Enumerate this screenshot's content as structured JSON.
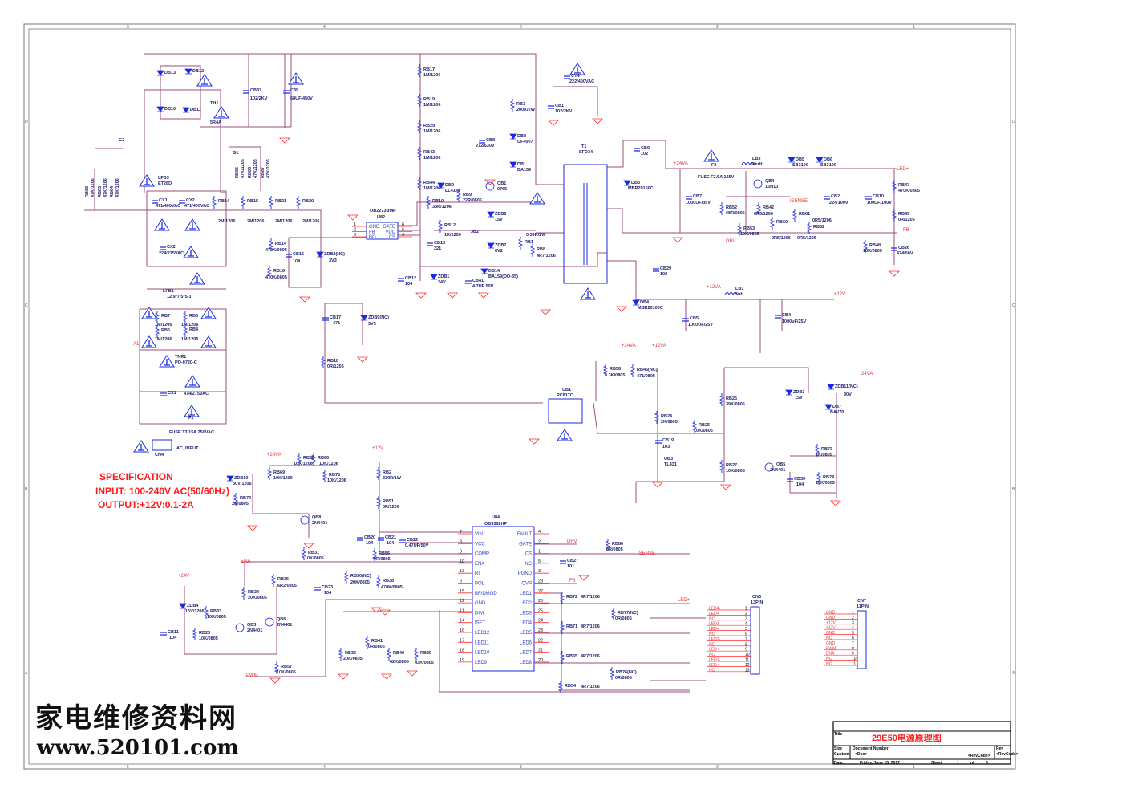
{
  "border": {
    "columns": [
      "5",
      "4",
      "3",
      "2",
      "1"
    ],
    "rows": [
      "D",
      "C",
      "B",
      "A"
    ]
  },
  "components": [
    {
      "ref": "RB17",
      "value": "1M/1206"
    },
    {
      "ref": "RB19",
      "value": "1M/1206"
    },
    {
      "ref": "RB29",
      "value": "1M/1206"
    },
    {
      "ref": "RB43",
      "value": "1M/1206"
    },
    {
      "ref": "RB44",
      "value": "1M/1206"
    },
    {
      "ref": "CB37",
      "value": "102/2KV"
    },
    {
      "ref": "C39",
      "value": "68UF/450V"
    },
    {
      "ref": "TH1",
      "value": "5R4A"
    },
    {
      "ref": "DB13",
      "value": ""
    },
    {
      "ref": "DB12",
      "value": ""
    },
    {
      "ref": "DB10",
      "value": ""
    },
    {
      "ref": "DB11",
      "value": ""
    },
    {
      "ref": "G2",
      "value": ""
    },
    {
      "ref": "G1",
      "value": ""
    },
    {
      "ref": "LFB3",
      "value": "ET28D"
    },
    {
      "ref": "CY1",
      "value": "471/400VAC"
    },
    {
      "ref": "CY2",
      "value": "471/400VAC"
    },
    {
      "ref": "RB14",
      "value": "2M/1206"
    },
    {
      "ref": "RB15",
      "value": "2M/1206"
    },
    {
      "ref": "RB21",
      "value": "2M/1206"
    },
    {
      "ref": "RB20",
      "value": "2M/1206"
    },
    {
      "ref": "CX2",
      "value": "224/275VAC"
    },
    {
      "ref": "LFB1",
      "value": "12.9*7.5*5.3"
    },
    {
      "ref": "RB7",
      "value": "1M/1206"
    },
    {
      "ref": "RB6",
      "value": "1M/1206"
    },
    {
      "ref": "RB5",
      "value": "1M/1206"
    },
    {
      "ref": "RB4",
      "value": "1M/1206"
    },
    {
      "ref": "TNR1",
      "value": "PQ-0720-C"
    },
    {
      "ref": "CX1",
      "value": "474/275VAC"
    },
    {
      "ref": "F1",
      "value": "FUSE T3.15A 250VAC"
    },
    {
      "ref": "CN4",
      "value": "AC_INPUT"
    },
    {
      "ref": "RB14",
      "value": "470K/0805"
    },
    {
      "ref": "CB15",
      "value": "104"
    },
    {
      "ref": "RB16",
      "value": "470K/0805"
    },
    {
      "ref": "ZDB2(NC)",
      "value": "3V3"
    },
    {
      "ref": "U82",
      "value": "OB2273BMP"
    },
    {
      "ref": "CB13",
      "value": "221"
    },
    {
      "ref": "CB12",
      "value": "104"
    },
    {
      "ref": "ZDB1",
      "value": "24V"
    },
    {
      "ref": "CB41",
      "value": "4.7UF 50V"
    },
    {
      "ref": "DB14",
      "value": "BA159(DO-35)"
    },
    {
      "ref": "DB9",
      "value": "LL4148"
    },
    {
      "ref": "RB10",
      "value": "33R/1206"
    },
    {
      "ref": "RB9",
      "value": "22R/0805"
    },
    {
      "ref": "RB12",
      "value": "1K/1206"
    },
    {
      "ref": "JB2",
      "value": ""
    },
    {
      "ref": "ZDB6",
      "value": "15V"
    },
    {
      "ref": "ZDB7",
      "value": "6V2"
    },
    {
      "ref": "QB1",
      "value": "0765"
    },
    {
      "ref": "RB1",
      "value": "0.39R/2W"
    },
    {
      "ref": "RB8",
      "value": "4R7/1206"
    },
    {
      "ref": "CB8",
      "value": "272/630V"
    },
    {
      "ref": "DB8",
      "value": "UF4007"
    },
    {
      "ref": "DB1",
      "value": "BA159"
    },
    {
      "ref": "RB3",
      "value": "200K/2W"
    },
    {
      "ref": "CB1",
      "value": "102/2KV"
    },
    {
      "ref": "CY4",
      "value": "222/400VAC"
    },
    {
      "ref": "T1",
      "value": "EFD34"
    },
    {
      "ref": "CB9",
      "value": "102"
    },
    {
      "ref": "DB3",
      "value": "MBR20150C"
    },
    {
      "ref": "CB7",
      "value": "1000UF/35V"
    },
    {
      "ref": "F2",
      "value": "FUSE F2.5A 125V"
    },
    {
      "ref": "LB3",
      "value": "90uH"
    },
    {
      "ref": "DB5",
      "value": "SB3100"
    },
    {
      "ref": "DB6",
      "value": "SB3100"
    },
    {
      "ref": "QB4",
      "value": "15N10"
    },
    {
      "ref": "RB52",
      "value": "68R/0805"
    },
    {
      "ref": "RB53",
      "value": "10K/0805"
    },
    {
      "ref": "RB42",
      "value": "0R5/1206"
    },
    {
      "ref": "RB60",
      "value": "0R5/1206"
    },
    {
      "ref": "RB61",
      "value": "0R5/1206"
    },
    {
      "ref": "RB62",
      "value": "0R5/1206"
    },
    {
      "ref": "CB2",
      "value": "224/100V"
    },
    {
      "ref": "CB10",
      "value": "100UF/100V"
    },
    {
      "ref": "RB47",
      "value": "470K/0805"
    },
    {
      "ref": "RB49",
      "value": "0R/1206"
    },
    {
      "ref": "RB48",
      "value": "10K/0805"
    },
    {
      "ref": "CB26",
      "value": "474/50V"
    },
    {
      "ref": "CB29",
      "value": "102"
    },
    {
      "ref": "DB4",
      "value": "MBR20100C"
    },
    {
      "ref": "LB1",
      "value": "5uH"
    },
    {
      "ref": "CB5",
      "value": "1000UF/25V"
    },
    {
      "ref": "CB4",
      "value": "1000uF/25V"
    },
    {
      "ref": "CB17",
      "value": "471"
    },
    {
      "ref": "ZDB9(NC)",
      "value": "3V3"
    },
    {
      "ref": "RB18",
      "value": "0R/1206"
    },
    {
      "ref": "UB1",
      "value": "PC817C"
    },
    {
      "ref": "RB58",
      "value": "3.3K/0805"
    },
    {
      "ref": "RB45(NC)",
      "value": "471/0805"
    },
    {
      "ref": "RB24",
      "value": "2K/0805"
    },
    {
      "ref": "RB25",
      "value": "10K/0805"
    },
    {
      "ref": "CB19",
      "value": "103"
    },
    {
      "ref": "UB3",
      "value": "TL431"
    },
    {
      "ref": "RB26",
      "value": "39K/0805"
    },
    {
      "ref": "RB27",
      "value": "10K/0805"
    },
    {
      "ref": "ZDB3",
      "value": "15V"
    },
    {
      "ref": "ZDB11(NC)",
      "value": "30V"
    },
    {
      "ref": "DB7",
      "value": "BAV70"
    },
    {
      "ref": "RB73",
      "value": "1K/0805"
    },
    {
      "ref": "QB5",
      "value": "2N4401"
    },
    {
      "ref": "CB30",
      "value": "104"
    },
    {
      "ref": "RB74",
      "value": "10K/0805"
    },
    {
      "ref": "ZDB10",
      "value": "30V/1206"
    },
    {
      "ref": "RB69",
      "value": "10K/1206"
    },
    {
      "ref": "RB68",
      "value": "10K/1206"
    },
    {
      "ref": "RB66",
      "value": "10K/1206"
    },
    {
      "ref": "RB75",
      "value": "10K/1206"
    },
    {
      "ref": "RB79",
      "value": "2K/0805"
    },
    {
      "ref": "QB8",
      "value": "2N4401"
    },
    {
      "ref": "RB2",
      "value": "330R/1W"
    },
    {
      "ref": "RB51",
      "value": "0R/1206"
    },
    {
      "ref": "CB20",
      "value": "104"
    },
    {
      "ref": "CB21",
      "value": "104"
    },
    {
      "ref": "CB22",
      "value": "0.47UF/50V"
    },
    {
      "ref": "RB56",
      "value": "0R/0805"
    },
    {
      "ref": "RB31",
      "value": "10K/0805"
    },
    {
      "ref": "RB35",
      "value": "6R2/0805"
    },
    {
      "ref": "RB30(NC)",
      "value": "20K/0805"
    },
    {
      "ref": "RB38",
      "value": "470K/0805"
    },
    {
      "ref": "CB23",
      "value": "104"
    },
    {
      "ref": "RB34",
      "value": "20K/0805"
    },
    {
      "ref": "ZDB4",
      "value": "15V/1206"
    },
    {
      "ref": "RB33",
      "value": "10K/0805"
    },
    {
      "ref": "QB3",
      "value": "2N4401"
    },
    {
      "ref": "QB6",
      "value": "2N4401"
    },
    {
      "ref": "CB11",
      "value": "104"
    },
    {
      "ref": "RB23",
      "value": "10K/0805"
    },
    {
      "ref": "RB36",
      "value": "20K/0805"
    },
    {
      "ref": "RB41",
      "value": "0R/0805"
    },
    {
      "ref": "RB40",
      "value": "62K/0805"
    },
    {
      "ref": "RB39",
      "value": "43K/0805"
    },
    {
      "ref": "RB57",
      "value": "10K/0805"
    },
    {
      "ref": "U84",
      "value": "OB3362HP"
    },
    {
      "ref": "CB27",
      "value": "101"
    },
    {
      "ref": "RB80",
      "value": "0R/0805"
    },
    {
      "ref": "RB72",
      "value": "4R7/1206"
    },
    {
      "ref": "RB71",
      "value": "4R7/1206"
    },
    {
      "ref": "RB55",
      "value": "4R7/1206"
    },
    {
      "ref": "RB54",
      "value": "4R7/1206"
    },
    {
      "ref": "RB77(NC)",
      "value": "0R/0805"
    },
    {
      "ref": "RB76(NC)",
      "value": "0R/0805"
    },
    {
      "ref": "CN5",
      "value": "13PIN"
    },
    {
      "ref": "CN7",
      "value": "11PIN"
    },
    {
      "ref": "RB88",
      "value": "47K/1206"
    },
    {
      "ref": "RB83",
      "value": "47K/1206"
    },
    {
      "ref": "RB84",
      "value": "47K/1206"
    },
    {
      "ref": "RB85",
      "value": "47K/1206"
    },
    {
      "ref": "RB86",
      "value": "47K/1206"
    },
    {
      "ref": "RB87",
      "value": "47K/1206"
    }
  ],
  "net_labels": [
    "+24VA",
    "LED+",
    "FB",
    "DRV",
    "ISENSE",
    "+12VA",
    "+12V",
    "+24VA",
    "+12VA",
    "24VA",
    "+24VA",
    "+12V",
    "ENA",
    "+24V",
    "PWM",
    "DRV",
    "FB",
    "ISENSE",
    "LED+",
    "A1"
  ],
  "u82": {
    "left": [
      {
        "no": "1",
        "name": "GND"
      },
      {
        "no": "2",
        "name": "FB"
      },
      {
        "no": "3",
        "name": "BO"
      }
    ],
    "right": [
      {
        "no": "6",
        "name": "GATE"
      },
      {
        "no": "5",
        "name": "VDD"
      },
      {
        "no": "4",
        "name": "CS"
      }
    ]
  },
  "u84": {
    "left": [
      {
        "no": "7",
        "name": "VIN"
      },
      {
        "no": "8",
        "name": "VCC"
      },
      {
        "no": "9",
        "name": "COMP"
      },
      {
        "no": "10",
        "name": "ENA"
      },
      {
        "no": "13",
        "name": "RI"
      },
      {
        "no": "6",
        "name": "POL"
      },
      {
        "no": "15",
        "name": "BF/DMOD"
      },
      {
        "no": "12",
        "name": "GND"
      },
      {
        "no": "11",
        "name": "DIM"
      },
      {
        "no": "14",
        "name": "ISET"
      },
      {
        "no": "16",
        "name": "LED12"
      },
      {
        "no": "17",
        "name": "LED11"
      },
      {
        "no": "18",
        "name": "LED10"
      },
      {
        "no": "19",
        "name": "LED9"
      }
    ],
    "right": [
      {
        "no": "4",
        "name": "FAULT"
      },
      {
        "no": "2",
        "name": "GATE"
      },
      {
        "no": "1",
        "name": "CS"
      },
      {
        "no": "5",
        "name": "NC"
      },
      {
        "no": "3",
        "name": "PGND"
      },
      {
        "no": "28",
        "name": "OVP"
      },
      {
        "no": "27",
        "name": "LED1"
      },
      {
        "no": "26",
        "name": "LED2"
      },
      {
        "no": "25",
        "name": "LED3"
      },
      {
        "no": "24",
        "name": "LED4"
      },
      {
        "no": "23",
        "name": "LED5"
      },
      {
        "no": "22",
        "name": "LED6"
      },
      {
        "no": "21",
        "name": "LED7"
      },
      {
        "no": "20",
        "name": "LED8"
      }
    ]
  },
  "cn5_pins": [
    "LED4-",
    "LED+",
    "NC",
    "LED3-",
    "LED+",
    "NC",
    "LED2-",
    "NC",
    "LED+",
    "NC",
    "LED1-",
    "LED+",
    "NC"
  ],
  "cn7_pins": [
    "GND",
    "GND",
    "+12V",
    "+12V",
    "GND",
    "NC",
    "GND",
    "PWM",
    "ENA",
    "NC",
    "NC"
  ],
  "specification": {
    "heading": "SPECIFICATION",
    "input": "INPUT: 100-240V AC(50/60Hz)",
    "output": "OUTPUT:+12V:0.1-2A"
  },
  "watermark": {
    "line1": "家电维修资料网",
    "line2": "www.520101.com"
  },
  "title_block": {
    "title_label": "Title",
    "title": "29E50电源原理图",
    "size_label": "Size",
    "size": "Custom",
    "doc_label": "Document Number",
    "doc": "<Doc>",
    "revcode": "<RevCode>",
    "rev_label": "Rev",
    "rev": "<RevCode>",
    "date_label": "Date:",
    "date": "Friday, June 15, 2012",
    "sheet_label": "Sheet",
    "sheet": "1",
    "of_label": "of",
    "sheets": "3"
  },
  "colors": {
    "wire": "#9c4c7c",
    "wire_hot": "#ff3030",
    "symbol": "#1a2ae0",
    "net": "#e8303a",
    "spec": "#ff1a1a"
  }
}
